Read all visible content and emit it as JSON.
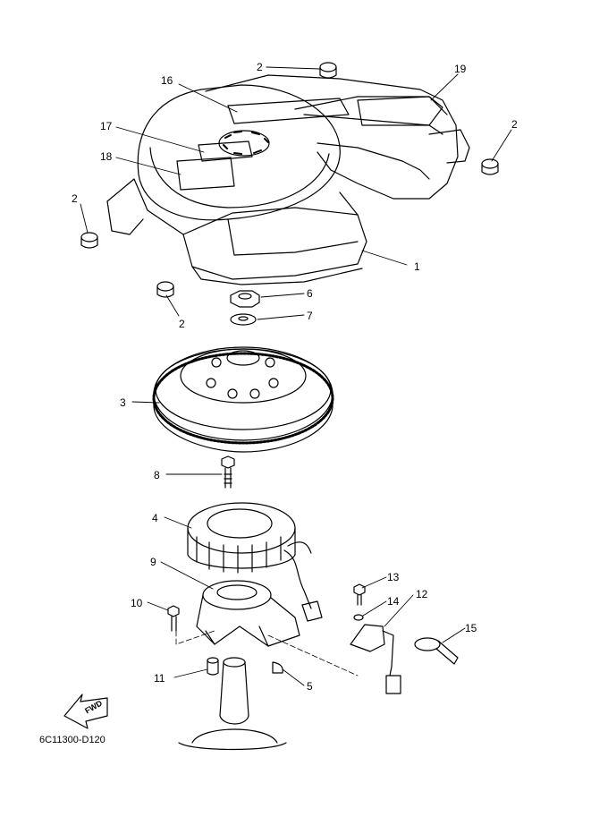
{
  "diagram": {
    "code": "6C11300-D120",
    "fwd_label": "FWD",
    "callouts": [
      {
        "id": "c1",
        "text": "1"
      },
      {
        "id": "c2a",
        "text": "2"
      },
      {
        "id": "c2b",
        "text": "2"
      },
      {
        "id": "c2c",
        "text": "2"
      },
      {
        "id": "c2d",
        "text": "2"
      },
      {
        "id": "c3",
        "text": "3"
      },
      {
        "id": "c4",
        "text": "4"
      },
      {
        "id": "c5",
        "text": "5"
      },
      {
        "id": "c6",
        "text": "6"
      },
      {
        "id": "c7",
        "text": "7"
      },
      {
        "id": "c8",
        "text": "8"
      },
      {
        "id": "c9",
        "text": "9"
      },
      {
        "id": "c10",
        "text": "10"
      },
      {
        "id": "c11",
        "text": "11"
      },
      {
        "id": "c12",
        "text": "12"
      },
      {
        "id": "c13",
        "text": "13"
      },
      {
        "id": "c14",
        "text": "14"
      },
      {
        "id": "c15",
        "text": "15"
      },
      {
        "id": "c16",
        "text": "16"
      },
      {
        "id": "c17",
        "text": "17"
      },
      {
        "id": "c18",
        "text": "18"
      },
      {
        "id": "c19",
        "text": "19"
      }
    ]
  }
}
